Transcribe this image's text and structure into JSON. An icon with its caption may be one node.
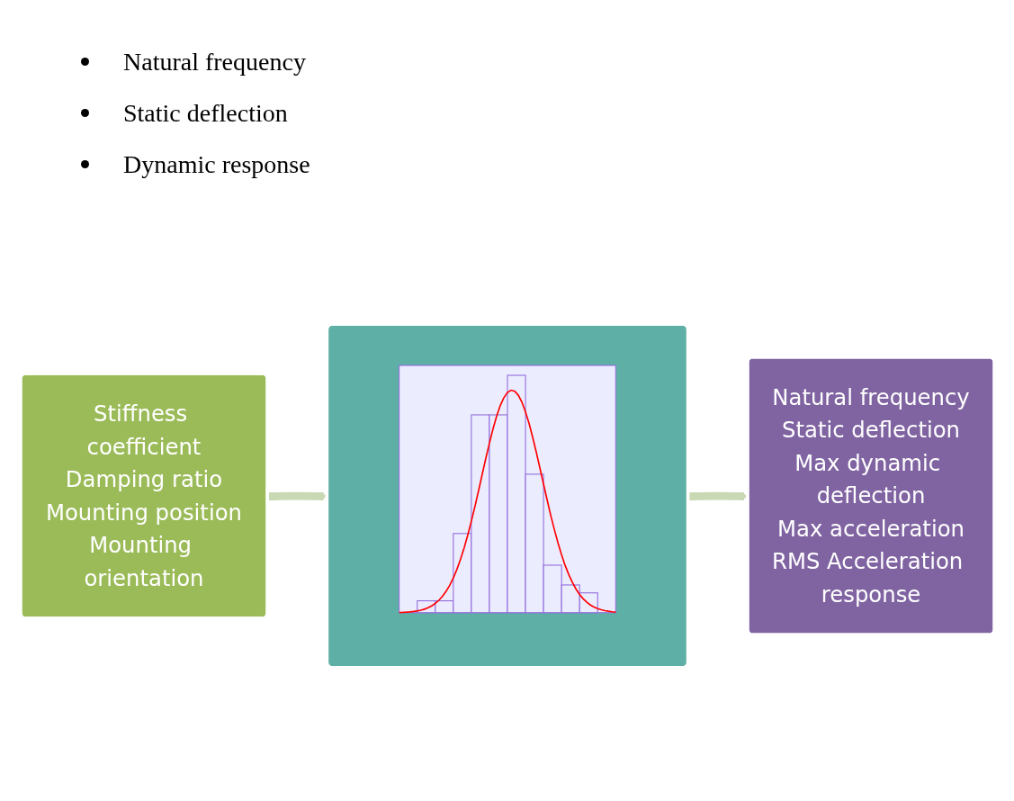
{
  "diagram": {
    "nodes": [
      {
        "text": [
          "Stiffness coefficient",
          "Damping ratio",
          "Mounting position",
          "Mounting orientation"
        ]
      },
      {
        "text": [],
        "shape": "picture"
      },
      {
        "text": [
          "Natural frequency",
          "Static deflection",
          "Max dynamic deflection",
          "Max acceleration",
          "RMS Acceleration response"
        ]
      }
    ],
    "edges": [
      {
        "from": 0,
        "to": 1,
        "arrow": "to"
      },
      {
        "from": 1,
        "to": 2,
        "arrow": "to"
      }
    ],
    "labels": [
      "Natural frequency",
      "Static deflection",
      "Dynamic response"
    ]
  }
}
